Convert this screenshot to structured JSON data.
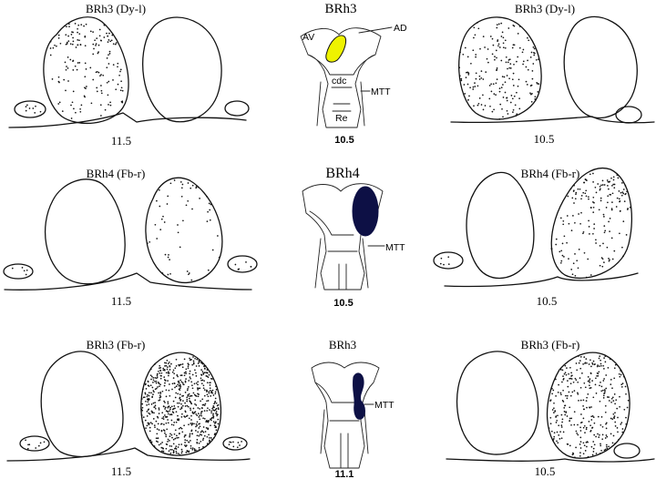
{
  "colors": {
    "av_highlight": "#eef200",
    "brh4_fill": "#0d1045",
    "brh3_fill": "#0d1045",
    "ink": "#111111"
  },
  "rows": [
    {
      "left": {
        "title": "BRh3 (Dy-l)",
        "level": "11.5"
      },
      "middle": {
        "title": "BRh3",
        "level": "10.5",
        "labels": {
          "av": "AV",
          "ad": "AD",
          "cdc": "cdc",
          "mtt": "MTT",
          "re": "Re"
        }
      },
      "right": {
        "title": "BRh3 (Dy-l)",
        "level": "10.5"
      }
    },
    {
      "left": {
        "title": "BRh4 (Fb-r)",
        "level": "11.5"
      },
      "middle": {
        "title": "BRh4",
        "level": "10.5",
        "labels": {
          "mtt": "MTT"
        }
      },
      "right": {
        "title": "BRh4 (Fb-r)",
        "level": "10.5"
      }
    },
    {
      "left": {
        "title": "BRh3 (Fb-r)",
        "level": "11.5"
      },
      "middle": {
        "title": "BRh3",
        "level": "11.1",
        "labels": {
          "mtt": "MTT"
        }
      },
      "right": {
        "title": "BRh3 (Fb-r)",
        "level": "10.5"
      }
    }
  ]
}
